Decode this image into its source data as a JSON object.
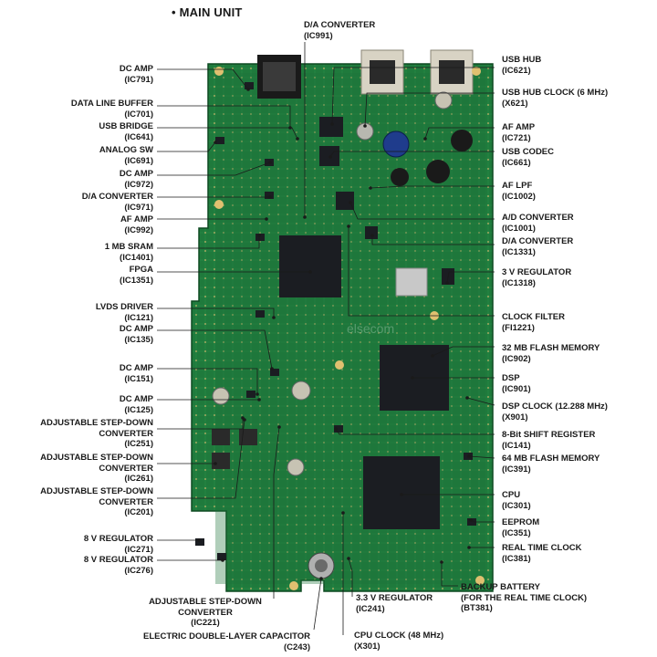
{
  "heading": "• MAIN UNIT",
  "watermark": "elsecom",
  "colors": {
    "pcb": "#1f7a3c",
    "pcb_dark": "#145a2b",
    "chip": "#1b1d22",
    "leader": "#1a1a1a"
  },
  "labels": {
    "dc_amp_791": {
      "name": "DC AMP",
      "code": "(IC791)"
    },
    "data_line_buffer": {
      "name": "DATA LINE BUFFER",
      "code": "(IC701)"
    },
    "usb_bridge": {
      "name": "USB BRIDGE",
      "code": "(IC641)"
    },
    "analog_sw": {
      "name": "ANALOG SW",
      "code": "(IC691)"
    },
    "dc_amp_972": {
      "name": "DC AMP",
      "code": "(IC972)"
    },
    "da_conv_971": {
      "name": "D/A CONVERTER",
      "code": "(IC971)"
    },
    "af_amp_992": {
      "name": "AF AMP",
      "code": "(IC992)"
    },
    "sram": {
      "name": "1 MB SRAM",
      "code": "(IC1401)"
    },
    "fpga": {
      "name": "FPGA",
      "code": "(IC1351)"
    },
    "lvds": {
      "name": "LVDS DRIVER",
      "code": "(IC121)"
    },
    "dc_amp_135": {
      "name": "DC AMP",
      "code": "(IC135)"
    },
    "dc_amp_151": {
      "name": "DC AMP",
      "code": "(IC151)"
    },
    "dc_amp_125": {
      "name": "DC AMP",
      "code": "(IC125)"
    },
    "step_251": {
      "name": "ADJUSTABLE STEP-DOWN",
      "name2": "CONVERTER",
      "code": "(IC251)"
    },
    "step_261": {
      "name": "ADJUSTABLE STEP-DOWN",
      "name2": "CONVERTER",
      "code": "(IC261)"
    },
    "step_201": {
      "name": "ADJUSTABLE STEP-DOWN",
      "name2": "CONVERTER",
      "code": "(IC201)"
    },
    "reg_271": {
      "name": "8 V REGULATOR",
      "code": "(IC271)"
    },
    "reg_276": {
      "name": "8 V REGULATOR",
      "code": "(IC276)"
    },
    "step_221": {
      "name": "ADJUSTABLE STEP-DOWN",
      "name2": "CONVERTER",
      "code": "(IC221)"
    },
    "edlc": {
      "name": "ELECTRIC DOUBLE-LAYER CAPACITOR",
      "code": "(C243)"
    },
    "da_conv_991": {
      "name": "D/A CONVERTER",
      "code": "(IC991)"
    },
    "usb_hub": {
      "name": "USB HUB",
      "code": "(IC621)"
    },
    "usb_hub_clock": {
      "name": "USB HUB CLOCK (6 MHz)",
      "code": "(X621)"
    },
    "af_amp_721": {
      "name": "AF AMP",
      "code": "(IC721)"
    },
    "usb_codec": {
      "name": "USB CODEC",
      "code": "(IC661)"
    },
    "af_lpf": {
      "name": "AF LPF",
      "code": "(IC1002)"
    },
    "ad_conv": {
      "name": "A/D CONVERTER",
      "code": "(IC1001)"
    },
    "da_conv_1331": {
      "name": "D/A CONVERTER",
      "code": "(IC1331)"
    },
    "reg_3v": {
      "name": "3 V REGULATOR",
      "code": "(IC1318)"
    },
    "clock_filter": {
      "name": "CLOCK FILTER",
      "code": "(FI1221)"
    },
    "flash_32": {
      "name": "32 MB FLASH MEMORY",
      "code": "(IC902)"
    },
    "dsp": {
      "name": "DSP",
      "code": "(IC901)"
    },
    "dsp_clock": {
      "name": "DSP CLOCK (12.288 MHz)",
      "code": "(X901)"
    },
    "shift_reg": {
      "name": "8-Bit SHIFT REGISTER",
      "code": "(IC141)"
    },
    "flash_64": {
      "name": "64 MB FLASH MEMORY",
      "code": "(IC391)"
    },
    "cpu": {
      "name": "CPU",
      "code": "(IC301)"
    },
    "eeprom": {
      "name": "EEPROM",
      "code": "(IC351)"
    },
    "rtc": {
      "name": "REAL TIME CLOCK",
      "code": "(IC381)"
    },
    "backup": {
      "name": "BACKUP BATTERY",
      "name2": "(FOR THE REAL TIME CLOCK)",
      "code": "(BT381)"
    },
    "reg_33": {
      "name": "3.3 V REGULATOR",
      "code": "(IC241)"
    },
    "cpu_clock": {
      "name": "CPU CLOCK (48 MHz)",
      "code": "(X301)"
    }
  }
}
